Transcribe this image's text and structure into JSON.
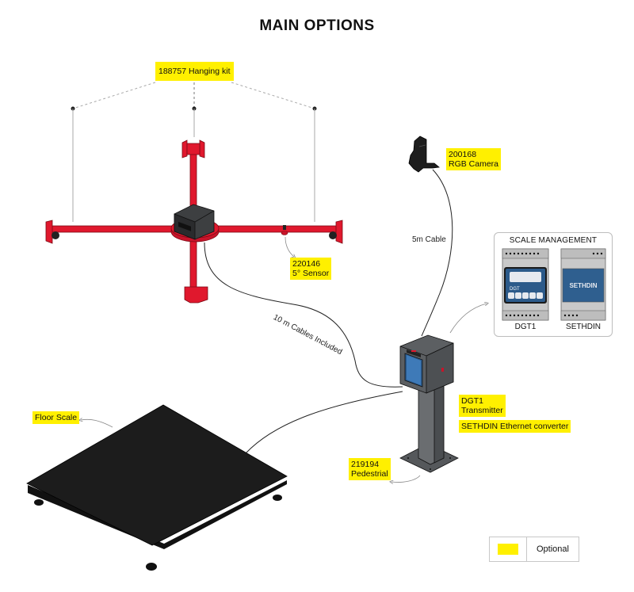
{
  "title": "MAIN OPTIONS",
  "colors": {
    "optional_highlight": "#fff000",
    "frame_red": "#e0182d",
    "enclosure_gray": "#55585b",
    "scale_black": "#1a1a1a",
    "sethdin_blue": "#2f5f8f"
  },
  "labels": {
    "hanging_kit": "188757 Hanging kit",
    "camera_code": "200168",
    "camera_name": "RGB Camera",
    "sensor_code": "220146",
    "sensor_name": "5° Sensor",
    "cable_5m": "5m Cable",
    "cable_10m": "10 m Cables Included",
    "transmitter_code": "DGT1",
    "transmitter_name": "Transmitter",
    "sethdin_converter": "SETHDIN Ethernet converter",
    "pedestal_code": "219194",
    "pedestal_name": "Pedestrial",
    "floor_scale": "Floor Scale"
  },
  "scale_management": {
    "title": "SCALE MANAGEMENT",
    "modules": [
      {
        "label": "DGT1",
        "screen_text": "DGT"
      },
      {
        "label": "SETHDIN",
        "screen_text": "SETHDIN"
      }
    ]
  },
  "legend": {
    "label": "Optional"
  },
  "icons": {
    "hanging_frame": "cross-frame-icon",
    "camera": "camera-icon",
    "sensor": "sensor-icon",
    "enclosure": "enclosure-icon",
    "pedestal": "pedestal-icon",
    "floor_scale": "floor-scale-icon"
  }
}
